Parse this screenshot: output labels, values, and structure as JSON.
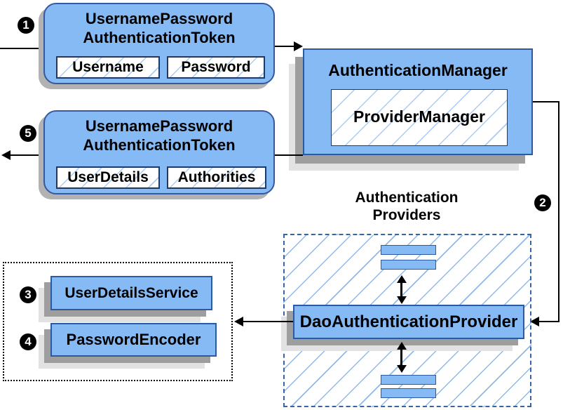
{
  "colors": {
    "box_fill": "#85BAF5",
    "box_border": "#2C5AA0",
    "token_border": "#35589E",
    "field_border": "#203864",
    "hatch_line": "#8FB9E9",
    "dashed_border": "#3465A4",
    "dotted_border": "#000000",
    "shadow_dark": "#9E9E9E",
    "shadow_light": "#E2E2E2",
    "arrow": "#000000"
  },
  "step_badges": {
    "s1": "1",
    "s2": "2",
    "s3": "3",
    "s4": "4",
    "s5": "5"
  },
  "request_token": {
    "title_line1": "UsernamePassword",
    "title_line2": "AuthenticationToken",
    "fields": [
      "Username",
      "Password"
    ]
  },
  "authentication_manager": {
    "title": "AuthenticationManager",
    "delegate": "ProviderManager"
  },
  "result_token": {
    "title_line1": "UsernamePassword",
    "title_line2": "AuthenticationToken",
    "fields": [
      "UserDetails",
      "Authorities"
    ]
  },
  "authentication_providers": {
    "heading_line1": "Authentication",
    "heading_line2": "Providers",
    "provider": "DaoAuthenticationProvider"
  },
  "collaborators": {
    "items": [
      "UserDetailsService",
      "PasswordEncoder"
    ]
  }
}
